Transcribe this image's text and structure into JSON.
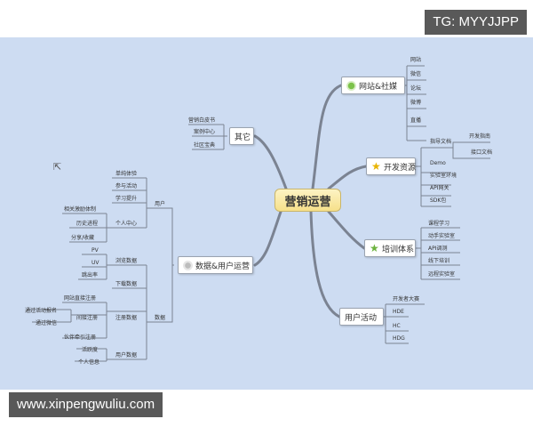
{
  "watermarks": {
    "top": "TG: MYYJJPP",
    "bottom": "www.xinpengwuliu.com"
  },
  "colors": {
    "background": "#cddcf2",
    "root_fill": "#f6e08a",
    "branch_line": "#7b8392",
    "watermark_bg": "#595959"
  },
  "mindmap": {
    "root": "营销运营",
    "branches": {
      "website": {
        "label": "网站&社媒",
        "icon": "play-icon",
        "children": [
          "网站",
          "微信",
          "论坛",
          "微博",
          "直播"
        ]
      },
      "dev": {
        "label": "开发资源",
        "icon": "star-icon",
        "children": [
          {
            "label": "指导文档",
            "children": [
              "开发指南",
              "接口文档"
            ]
          },
          {
            "label": "Demo"
          },
          {
            "label": "实验室环境"
          },
          {
            "label": "API网关"
          },
          {
            "label": "SDK包"
          }
        ]
      },
      "training": {
        "label": "培训体系",
        "icon": "star-icon",
        "children": [
          "课程学习",
          "动手实验室",
          "API调测",
          "线下培训",
          "远程实验室"
        ]
      },
      "events": {
        "label": "用户活动",
        "children": [
          "开发者大赛",
          "HDE",
          "HC",
          "HDG"
        ]
      },
      "other": {
        "label": "其它",
        "children": [
          "营销白皮书",
          "案例中心",
          "社区宝典"
        ]
      },
      "data": {
        "label": "数据&用户运营",
        "icon": "chart-icon",
        "children": [
          {
            "label": "用户",
            "children": [
              {
                "label": "单纯体验"
              },
              {
                "label": "参与活动"
              },
              {
                "label": "学习提升"
              },
              {
                "label": "个人中心",
                "children": [
                  "相关激励体制",
                  "历史进程",
                  "分享/收藏"
                ]
              }
            ]
          },
          {
            "label": "数据",
            "children": [
              {
                "label": "浏览数据",
                "children": [
                  "PV",
                  "UV",
                  "跳出率"
                ]
              },
              {
                "label": "下载数据"
              },
              {
                "label": "注册数据",
                "children": [
                  {
                    "label": "网站直接注册"
                  },
                  {
                    "label": "间接注册",
                    "children": [
                      "通过活动报名",
                      "通过微信"
                    ]
                  },
                  {
                    "label": "伙伴牵引注册"
                  }
                ]
              },
              {
                "label": "用户数据",
                "children": [
                  "活跃度",
                  "个人信息"
                ]
              }
            ]
          }
        ]
      }
    }
  }
}
